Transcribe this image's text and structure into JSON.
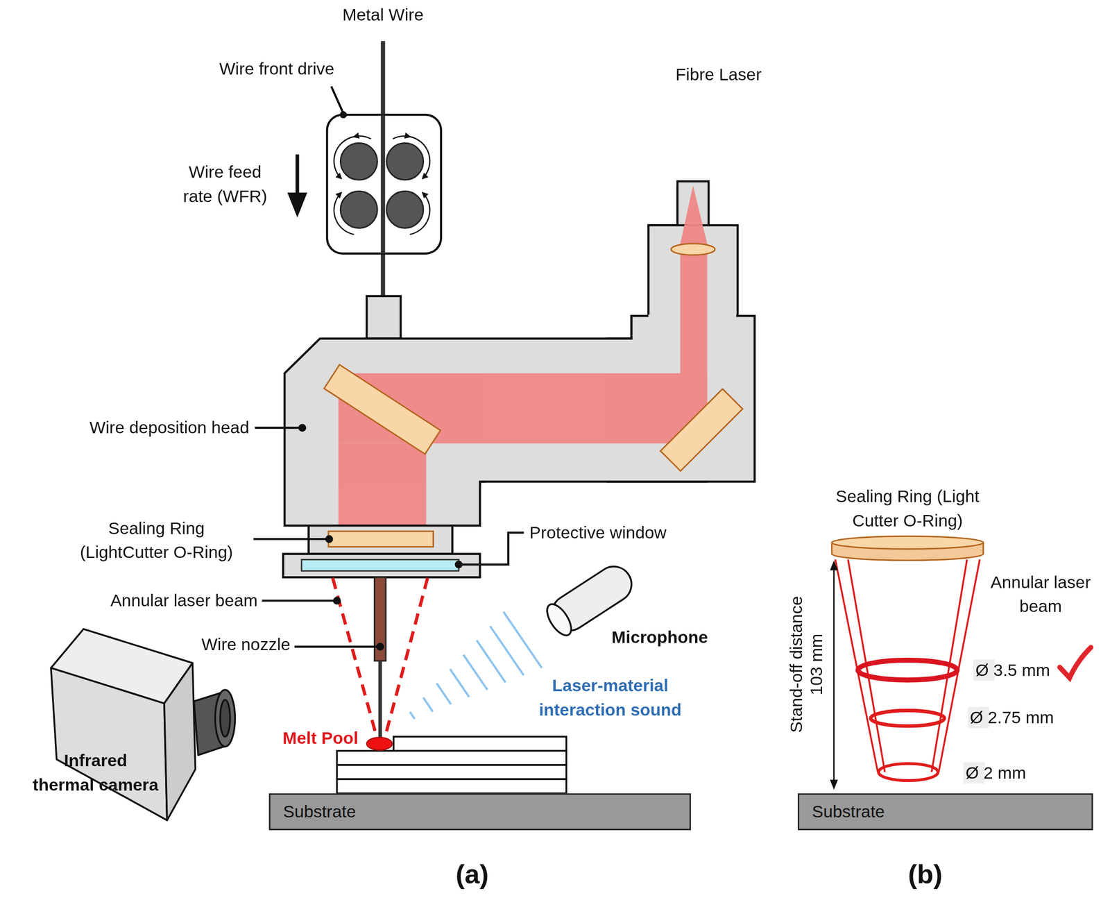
{
  "diagram": {
    "nodes": [
      {
        "text": [
          "Substrate"
        ]
      },
      {
        "text": [
          "Substrate"
        ]
      }
    ],
    "labels": [
      "Metal Wire",
      "Wire front drive",
      "Fibre Laser",
      "Wire feed rate (WFR)",
      "Wire deposition head",
      "Sealing Ring (LightCutter O-Ring)",
      "Protective window",
      "Annular laser beam",
      "Wire nozzle",
      "Microphone",
      "Laser-material interaction sound",
      "Melt Pool",
      "Infrared thermal camera",
      "(a)",
      "Sealing Ring (Light Cutter O-Ring)",
      "Annular laser beam",
      "Stand-off distance",
      "103 mm",
      "Ø 3.5 mm",
      "Ø 2.75 mm",
      "Ø 2 mm",
      "(b)"
    ]
  }
}
